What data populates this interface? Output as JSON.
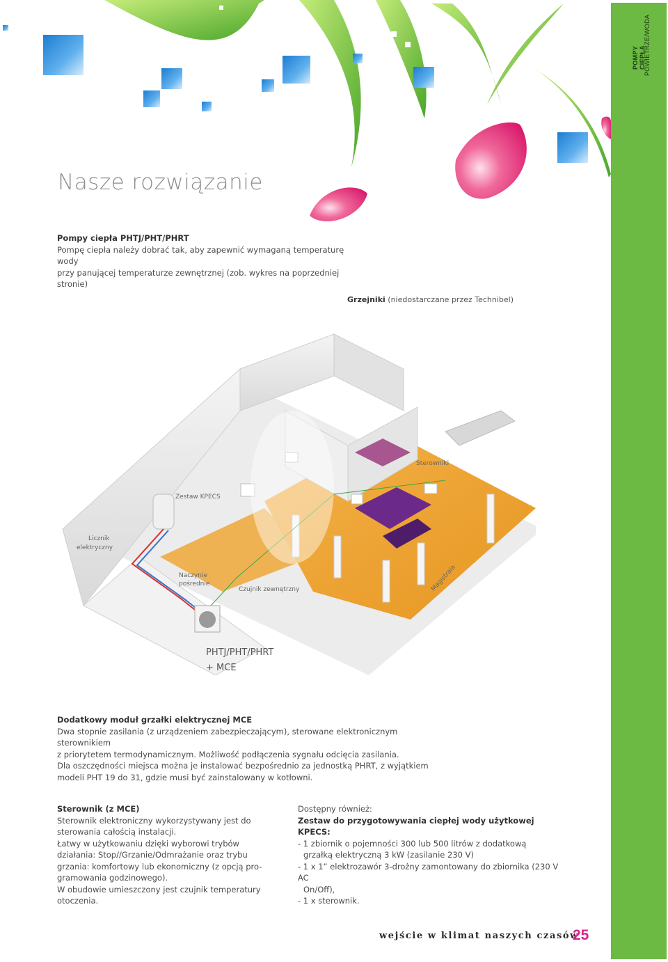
{
  "sidebar": {
    "line1": "POMPY CIEPŁA",
    "line2": "POWIETRZE/WODA",
    "color": "#6cb943"
  },
  "title": "Nasze rozwiązanie",
  "intro": {
    "heading": "Pompy ciepła PHTJ/PHT/PHRT",
    "line1": "Pompę ciepła należy dobrać tak, aby zapewnić wymaganą temperaturę wody",
    "line2": "przy panującej temperaturze zewnętrznej (zob. wykres na poprzedniej stronie)"
  },
  "radiators": {
    "bold": "Grzejniki",
    "rest": "(niedostarczane przez Technibel)"
  },
  "diagram": {
    "labels": {
      "sterowniki": "Sterowniki",
      "zestaw": "Zestaw KPECS",
      "licznik1": "Licznik",
      "licznik2": "elektryczny",
      "naczynie1": "Naczynie",
      "naczynie2": "pośrednie",
      "czujnik": "Czujnik zewnętrzny",
      "magistrala": "Magistrala"
    },
    "model_line1": "PHTJ/PHT/PHRT",
    "model_line2": "+ MCE"
  },
  "mce": {
    "heading": "Dodatkowy moduł grzałki elektrycznej MCE",
    "lines": [
      "Dwa stopnie zasilania (z urządzeniem zabezpieczającym), sterowane elektronicznym sterownikiem",
      "z priorytetem termodynamicznym. Możliwość podłączenia sygnału odcięcia zasilania.",
      "Dla oszczędności miejsca można je instalować bezpośrednio za jednostką PHRT, z wyjątkiem",
      "modeli PHT 19 do 31, gdzie musi być zainstalowany w kotłowni."
    ]
  },
  "sterownik": {
    "heading": "Sterownik  (z MCE)",
    "lines": [
      "Sterownik elektroniczny wykorzystywany jest do",
      "sterowania całością instalacji.",
      "Łatwy w użytkowaniu dzięki wyborowi trybów",
      "działania: Stop//Grzanie/Odmrażanie oraz trybu",
      "grzania: komfortowy lub ekonomiczny (z opcją pro-",
      "gramowania godzinowego).",
      "W obudowie umieszczony jest czujnik temperatury",
      "otoczenia."
    ]
  },
  "dostepny": {
    "intro": "Dostępny również:",
    "heading": "Zestaw do przygotowywania ciepłej wody użytkowej KPECS:",
    "lines": [
      "- 1 zbiornik o pojemności 300 lub 500 litrów z dodatkową",
      "  grzałką elektryczną 3 kW (zasilanie 230 V)",
      "- 1 x 1”  elektrozawór 3-drożny zamontowany do zbiornika (230 V AC",
      "  On/Off),",
      "- 1 x sterownik."
    ]
  },
  "footer": {
    "tagline": "wejście w klimat naszych czasów",
    "page": "25",
    "page_color": "#d9248a"
  }
}
